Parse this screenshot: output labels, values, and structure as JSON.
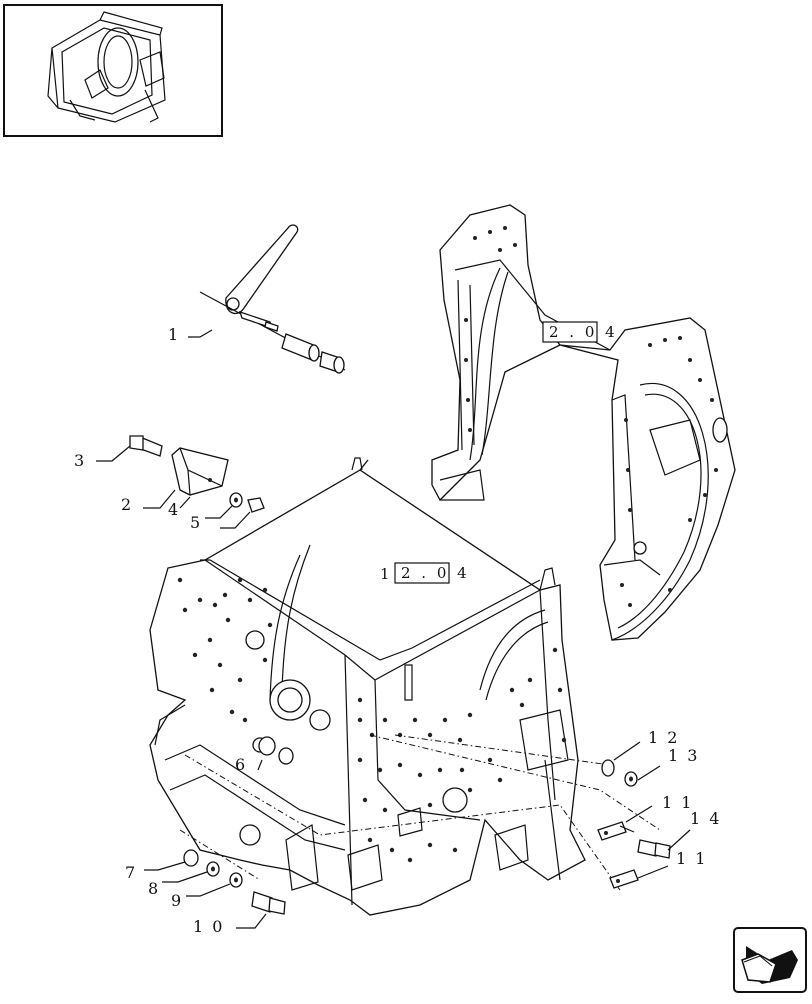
{
  "diagram": {
    "reference_boxes": [
      {
        "id": "ref-top",
        "text": "2 . 0 4"
      },
      {
        "id": "ref-center",
        "text": "2 . 0 4"
      }
    ],
    "reference_prefix": "1",
    "callouts": {
      "c1": "1",
      "c2": "2",
      "c3": "3",
      "c4": "4",
      "c5": "5",
      "c6": "6",
      "c7": "7",
      "c8": "8",
      "c9": "9",
      "c10": "1 0",
      "c11a": "1 1",
      "c11b": "1 1",
      "c12": "1 2",
      "c13": "1 3",
      "c14": "1 4"
    }
  },
  "icons": {
    "thumbnail": "machine-overview-thumbnail",
    "nav": "previous-page-arrow-icon"
  }
}
